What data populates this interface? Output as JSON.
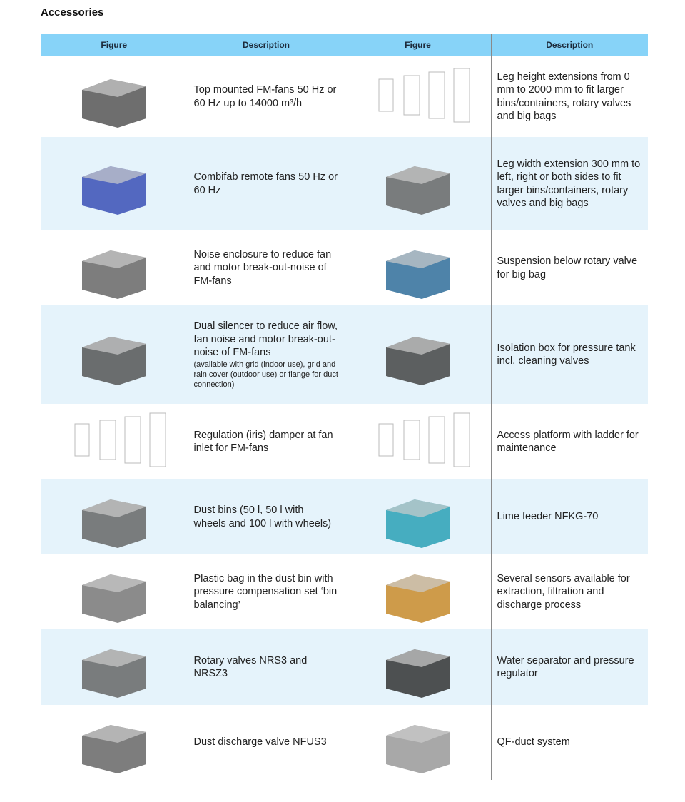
{
  "title": "Accessories",
  "headers": [
    "Figure",
    "Description",
    "Figure",
    "Description"
  ],
  "rows": [
    {
      "left": "Top mounted FM-fans 50 Hz or 60 Hz up to 14000 m³/h",
      "right": "Leg height extensions from 0 mm to 2000 mm to fit larger bins/containers, rotary valves and big bags"
    },
    {
      "left": "Combifab remote fans 50 Hz or 60 Hz",
      "right": "Leg width extension 300 mm to left, right or both sides to fit larger bins/containers, rotary valves and big bags"
    },
    {
      "left": "Noise enclosure to reduce fan and motor break-out-noise of FM-fans",
      "right": "Suspension below rotary valve for big bag"
    },
    {
      "left": "Dual silencer to reduce air flow, fan noise and motor break-out-noise of FM-fans",
      "left_note": "(available with grid (indoor use), grid and rain cover (outdoor use) or flange for duct connection)",
      "right": "Isolation box for pressure tank incl. cleaning valves"
    },
    {
      "left": "Regulation (iris) damper at fan inlet for FM-fans",
      "right": "Access platform with ladder for maintenance"
    },
    {
      "left": "Dust bins (50 l, 50 l with wheels and 100 l with wheels)",
      "right": "Lime feeder NFKG-70"
    },
    {
      "left": "Plastic bag in the dust bin with pressure compensation set ‘bin balancing’",
      "right": "Several sensors available for extraction, filtration and discharge process"
    },
    {
      "left": "Rotary valves NRS3 and NRSZ3",
      "right": "Water separator and pressure regulator"
    },
    {
      "left": "Dust discharge valve NFUS3",
      "right": "QF-duct system"
    }
  ]
}
